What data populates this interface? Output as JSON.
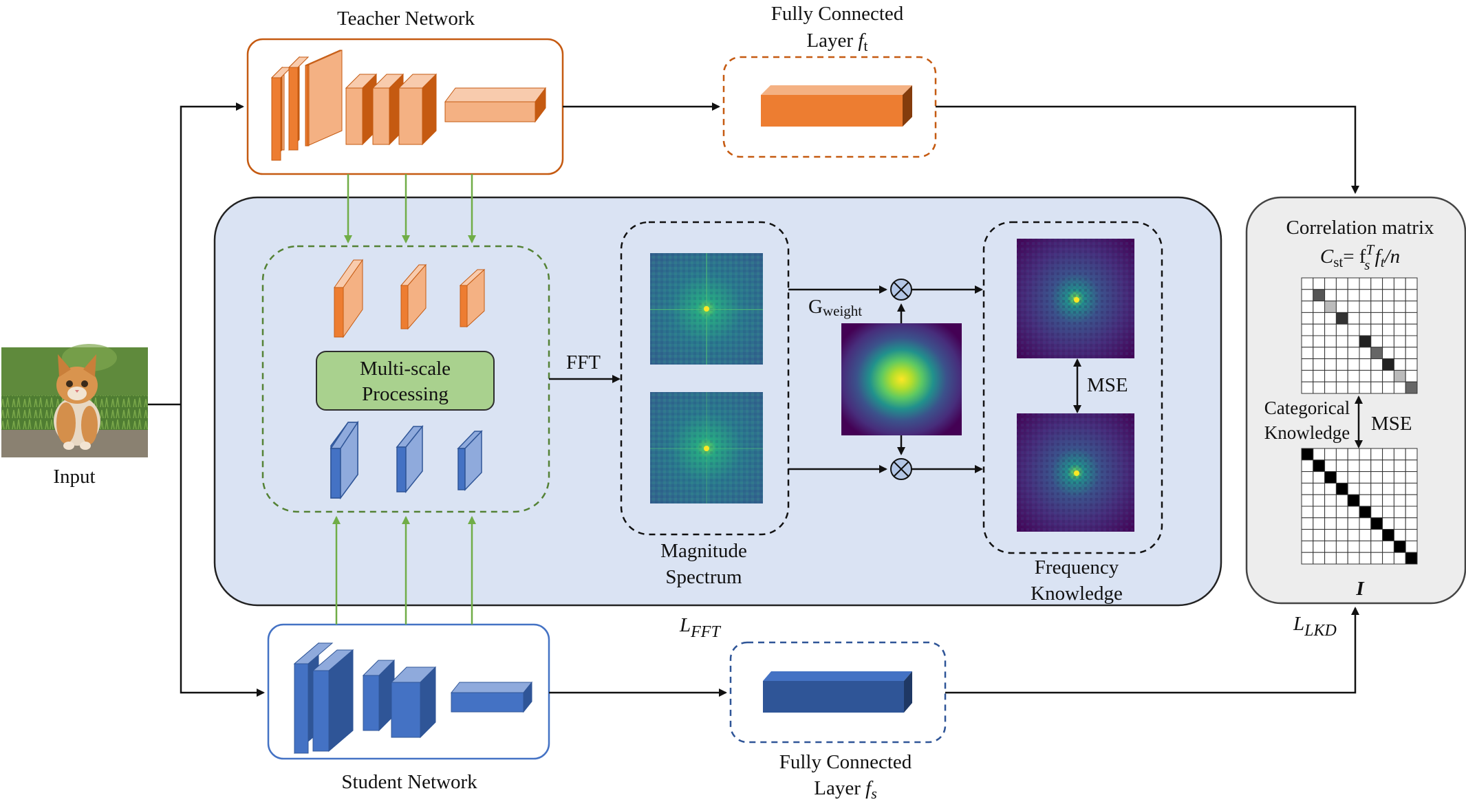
{
  "labels": {
    "teacher_network": "Teacher Network",
    "student_network": "Student Network",
    "input": "Input",
    "fc_teacher_line1": "Fully Connected",
    "fc_teacher_line2": "Layer",
    "fc_teacher_symbol": "f",
    "fc_teacher_sub": "t",
    "fc_student_line1": "Fully Connected",
    "fc_student_line2": "Layer",
    "fc_student_symbol": "f",
    "fc_student_sub": "s",
    "multiscale_line1": "Multi-scale",
    "multiscale_line2": "Processing",
    "fft": "FFT",
    "gweight_main": "G",
    "gweight_sub": "weight",
    "magnitude_line1": "Magnitude",
    "magnitude_line2": "Spectrum",
    "frequency_line1": "Frequency",
    "frequency_line2": "Knowledge",
    "mse_freq": "MSE",
    "mse_corr": "MSE",
    "l_fft_main": "L",
    "l_fft_sub": "FFT",
    "l_lkd_main": "L",
    "l_lkd_sub": "LKD",
    "correlation_title": "Correlation matrix",
    "correlation_formula_lhs_main": "C",
    "correlation_formula_lhs_sub": "st",
    "correlation_formula_rhs": "= f",
    "correlation_formula_sup": "T",
    "correlation_formula_s": "s",
    "correlation_formula_ft": " f",
    "correlation_formula_t": "t",
    "correlation_formula_n": "/n",
    "categorical_line1": "Categorical",
    "categorical_line2": "Knowledge",
    "identity": "I"
  },
  "colors": {
    "teacher": "#ED7D31",
    "student": "#4472C4",
    "arrow_green": "#70AD47",
    "panel_fill": "#DAE3F3",
    "multiscale_fill": "#A9D18E",
    "correlation_fill": "#EDEDED"
  },
  "icons": {
    "multiply": "circle-times-icon",
    "input_image": "kitten-photo"
  }
}
